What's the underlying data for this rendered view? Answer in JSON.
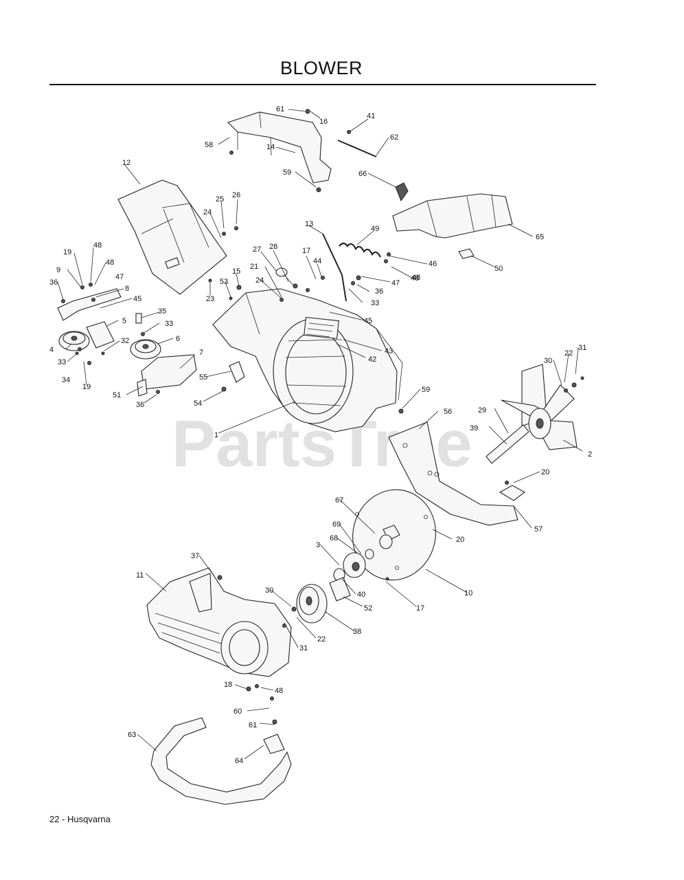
{
  "page": {
    "title": "BLOWER",
    "footer": "22 - Husqvarna",
    "watermark": "PartsTree"
  },
  "callouts": [
    {
      "id": "61a",
      "text": "61"
    },
    {
      "id": "16",
      "text": "16"
    },
    {
      "id": "41",
      "text": "41"
    },
    {
      "id": "58",
      "text": "58"
    },
    {
      "id": "14",
      "text": "14"
    },
    {
      "id": "62",
      "text": "62"
    },
    {
      "id": "59a",
      "text": "59"
    },
    {
      "id": "66",
      "text": "66"
    },
    {
      "id": "12",
      "text": "12"
    },
    {
      "id": "25",
      "text": "25"
    },
    {
      "id": "26",
      "text": "26"
    },
    {
      "id": "24a",
      "text": "24"
    },
    {
      "id": "65",
      "text": "65"
    },
    {
      "id": "13",
      "text": "13"
    },
    {
      "id": "49",
      "text": "49"
    },
    {
      "id": "19a",
      "text": "19"
    },
    {
      "id": "48a",
      "text": "48"
    },
    {
      "id": "27",
      "text": "27"
    },
    {
      "id": "28",
      "text": "28"
    },
    {
      "id": "17a",
      "text": "17"
    },
    {
      "id": "44",
      "text": "44"
    },
    {
      "id": "46",
      "text": "46"
    },
    {
      "id": "48b",
      "text": "48"
    },
    {
      "id": "9",
      "text": "9"
    },
    {
      "id": "48c",
      "text": "48"
    },
    {
      "id": "47a",
      "text": "47"
    },
    {
      "id": "21",
      "text": "21"
    },
    {
      "id": "15",
      "text": "15"
    },
    {
      "id": "53",
      "text": "53"
    },
    {
      "id": "24b",
      "text": "24"
    },
    {
      "id": "48d",
      "text": "48"
    },
    {
      "id": "50",
      "text": "50"
    },
    {
      "id": "36a",
      "text": "36"
    },
    {
      "id": "8",
      "text": "8"
    },
    {
      "id": "23",
      "text": "23"
    },
    {
      "id": "47b",
      "text": "47"
    },
    {
      "id": "36b",
      "text": "36"
    },
    {
      "id": "45a",
      "text": "45"
    },
    {
      "id": "33a",
      "text": "33"
    },
    {
      "id": "35",
      "text": "35"
    },
    {
      "id": "5",
      "text": "5"
    },
    {
      "id": "33b",
      "text": "33"
    },
    {
      "id": "45b",
      "text": "45"
    },
    {
      "id": "6",
      "text": "6"
    },
    {
      "id": "32",
      "text": "32"
    },
    {
      "id": "4",
      "text": "4"
    },
    {
      "id": "43",
      "text": "43"
    },
    {
      "id": "31a",
      "text": "31"
    },
    {
      "id": "33c",
      "text": "33"
    },
    {
      "id": "7",
      "text": "7"
    },
    {
      "id": "42",
      "text": "42"
    },
    {
      "id": "22a",
      "text": "22"
    },
    {
      "id": "30a",
      "text": "30"
    },
    {
      "id": "34",
      "text": "34"
    },
    {
      "id": "19b",
      "text": "19"
    },
    {
      "id": "55",
      "text": "55"
    },
    {
      "id": "51",
      "text": "51"
    },
    {
      "id": "59b",
      "text": "59"
    },
    {
      "id": "36c",
      "text": "36"
    },
    {
      "id": "54",
      "text": "54"
    },
    {
      "id": "56",
      "text": "56"
    },
    {
      "id": "29",
      "text": "29"
    },
    {
      "id": "1",
      "text": "1"
    },
    {
      "id": "39",
      "text": "39"
    },
    {
      "id": "2",
      "text": "2"
    },
    {
      "id": "20a",
      "text": "20"
    },
    {
      "id": "67",
      "text": "67"
    },
    {
      "id": "69",
      "text": "69"
    },
    {
      "id": "20b",
      "text": "20"
    },
    {
      "id": "57",
      "text": "57"
    },
    {
      "id": "68",
      "text": "68"
    },
    {
      "id": "3",
      "text": "3"
    },
    {
      "id": "37",
      "text": "37"
    },
    {
      "id": "11",
      "text": "11"
    },
    {
      "id": "40",
      "text": "40"
    },
    {
      "id": "10",
      "text": "10"
    },
    {
      "id": "30b",
      "text": "30"
    },
    {
      "id": "52",
      "text": "52"
    },
    {
      "id": "17b",
      "text": "17"
    },
    {
      "id": "38",
      "text": "38"
    },
    {
      "id": "22b",
      "text": "22"
    },
    {
      "id": "31b",
      "text": "31"
    },
    {
      "id": "18",
      "text": "18"
    },
    {
      "id": "48e",
      "text": "48"
    },
    {
      "id": "60",
      "text": "60"
    },
    {
      "id": "61b",
      "text": "61"
    },
    {
      "id": "63",
      "text": "63"
    },
    {
      "id": "64",
      "text": "64"
    }
  ]
}
